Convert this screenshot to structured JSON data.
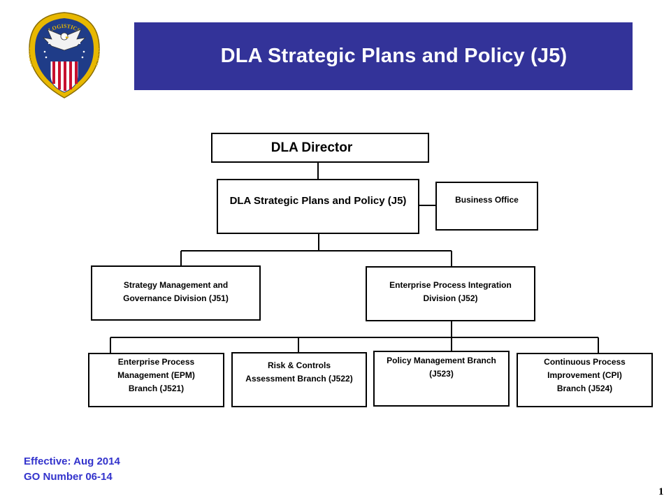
{
  "header": {
    "title": "DLA Strategic Plans and Policy (J5)"
  },
  "logo": {
    "top_text": "LOGISTICS",
    "left_text": "DEFENSE",
    "right_text": "AGENCY",
    "colors": {
      "blue": "#1f3c88",
      "gold": "#e8b800",
      "red": "#c8102e"
    }
  },
  "org": {
    "director": "DLA Director",
    "j5": "DLA Strategic Plans and  Policy (J5)",
    "business_office": "Business Office",
    "j51": [
      "Strategy Management and",
      "Governance Division (J51)"
    ],
    "j52": [
      "Enterprise Process Integration",
      "Division  (J52)"
    ],
    "j521": [
      "Enterprise Process",
      "Management (EPM)",
      "Branch (J521)"
    ],
    "j522": [
      "Risk & Controls",
      "Assessment Branch (J522)"
    ],
    "j523": [
      "Policy Management Branch",
      "(J523)"
    ],
    "j524": [
      "Continuous Process",
      "Improvement  (CPI)",
      "Branch (J524)"
    ]
  },
  "footer": {
    "effective": "Effective: Aug 2014",
    "go_number": "GO Number 06-14"
  },
  "page_number": "1",
  "colors": {
    "banner": "#333399",
    "footer_text": "#3333cc"
  }
}
